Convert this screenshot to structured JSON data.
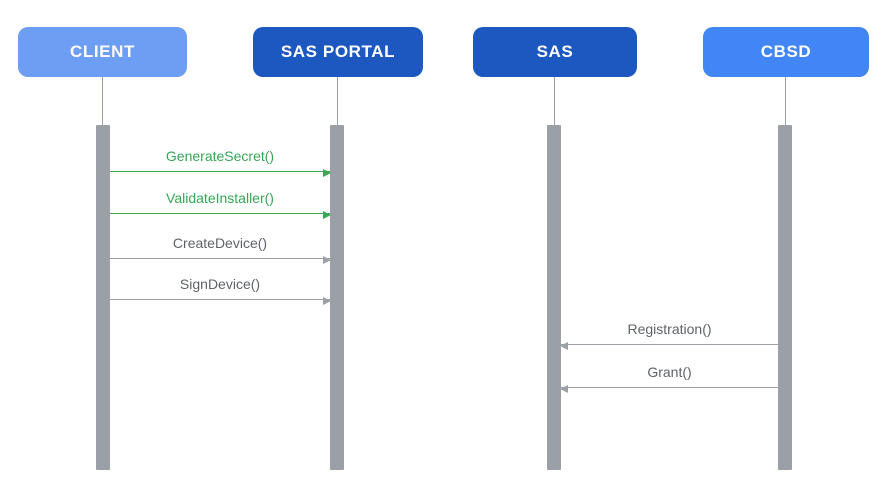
{
  "diagram": {
    "type": "sequence-diagram",
    "background": "#FFFFFF",
    "lifeline_color": "#9AA0A6",
    "activation_bar_color": "#9AA0A6",
    "actors": [
      {
        "label": "CLIENT",
        "fill": "#6C9EF4",
        "text_color": "#FFFFFF"
      },
      {
        "label": "SAS PORTAL",
        "fill": "#1C58C0",
        "text_color": "#FFFFFF"
      },
      {
        "label": "SAS",
        "fill": "#1C58C0",
        "text_color": "#FFFFFF"
      },
      {
        "label": "CBSD",
        "fill": "#4285F4",
        "text_color": "#FFFFFF"
      }
    ],
    "messages": [
      {
        "label": "GenerateSecret()",
        "from": "CLIENT",
        "to": "SAS PORTAL",
        "direction": "right",
        "label_color": "#34A853",
        "line_color": "#34A853"
      },
      {
        "label": "ValidateInstaller()",
        "from": "CLIENT",
        "to": "SAS PORTAL",
        "direction": "right",
        "label_color": "#34A853",
        "line_color": "#34A853"
      },
      {
        "label": "CreateDevice()",
        "from": "CLIENT",
        "to": "SAS PORTAL",
        "direction": "right",
        "label_color": "#5F6368",
        "line_color": "#9AA0A6"
      },
      {
        "label": "SignDevice()",
        "from": "CLIENT",
        "to": "SAS PORTAL",
        "direction": "right",
        "label_color": "#5F6368",
        "line_color": "#9AA0A6"
      },
      {
        "label": "Registration()",
        "from": "CBSD",
        "to": "SAS",
        "direction": "left",
        "label_color": "#5F6368",
        "line_color": "#9AA0A6"
      },
      {
        "label": "Grant()",
        "from": "CBSD",
        "to": "SAS",
        "direction": "left",
        "label_color": "#5F6368",
        "line_color": "#9AA0A6"
      }
    ]
  }
}
